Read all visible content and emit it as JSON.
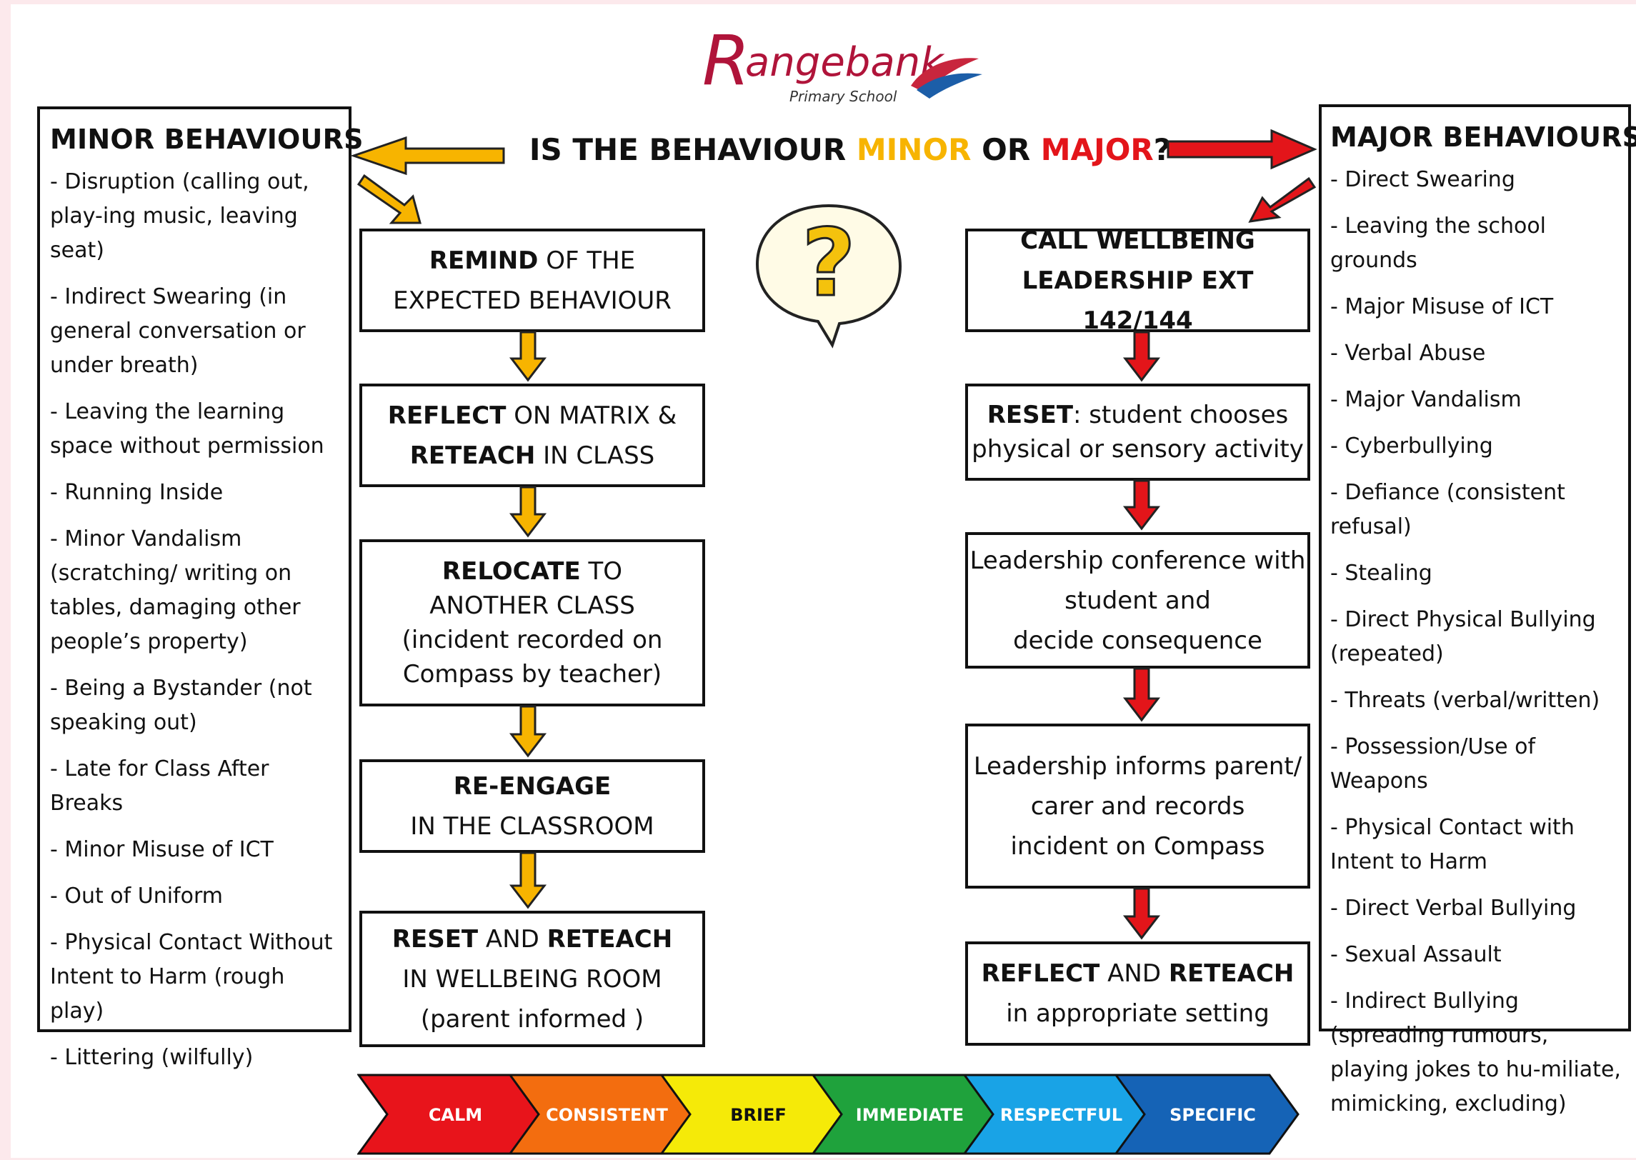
{
  "logo": {
    "name": "Rangebank",
    "subtitle": "Primary School"
  },
  "question": {
    "prefix": "IS THE BEHAVIOUR ",
    "minor": "MINOR",
    "middle": " OR ",
    "major": "MAJOR",
    "suffix": "?"
  },
  "minor": {
    "title": "MINOR BEHAVIOURS",
    "items": [
      "- Disruption (calling out, play-ing music, leaving seat)",
      "- Indirect Swearing  (in general conversation or under breath)",
      "- Leaving the learning space without permission",
      "- Running Inside",
      "- Minor Vandalism (scratching/ writing on tables, damaging other people’s property)",
      "- Being a Bystander (not speaking out)",
      "- Late for Class After Breaks",
      "- Minor Misuse of ICT",
      "- Out of Uniform",
      "- Physical Contact Without Intent to Harm (rough play)",
      "- Littering (wilfully)"
    ]
  },
  "major": {
    "title": "MAJOR BEHAVIOURS",
    "items": [
      "- Direct Swearing",
      "- Leaving the school grounds",
      "- Major Misuse of ICT",
      "- Verbal Abuse",
      "- Major Vandalism",
      "- Cyberbullying",
      "- Defiance (consistent refusal)",
      "- Stealing",
      "- Direct Physical Bullying (repeated)",
      "- Threats (verbal/written)",
      "- Possession/Use of Weapons",
      "- Physical Contact with Intent to Harm",
      "- Direct Verbal Bullying",
      "- Sexual Assault",
      "- Indirect Bullying (spreading rumours, playing jokes to hu-miliate, mimicking, excluding)"
    ]
  },
  "minor_steps": {
    "s1": {
      "b1": "REMIND",
      "t1": " OF THE",
      "t2": "EXPECTED BEHAVIOUR"
    },
    "s2": {
      "b1": "REFLECT",
      "t1": " ON MATRIX &",
      "b2": "RETEACH",
      "t2": " IN CLASS"
    },
    "s3": {
      "b1": "RELOCATE",
      "t1": " TO",
      "t2": "ANOTHER CLASS",
      "t3": "(incident recorded on",
      "t4": "Compass by teacher)"
    },
    "s4": {
      "b1": "RE-ENGAGE",
      "t2": "IN THE CLASSROOM"
    },
    "s5": {
      "b1": "RESET",
      "t1": " AND ",
      "b2": "RETEACH",
      "t2": "IN WELLBEING ROOM",
      "t3": "(parent informed )"
    }
  },
  "major_steps": {
    "s1": {
      "b1": "CALL WELLBEING",
      "b2": "LEADERSHIP EXT 142/144"
    },
    "s2": {
      "b1": "RESET",
      "t1": ": student chooses",
      "t2": "physical or sensory activity"
    },
    "s3": {
      "t1": "Leadership conference with",
      "t2": "student and",
      "t3": "decide consequence"
    },
    "s4": {
      "t1": "Leadership informs parent/",
      "t2": "carer and records",
      "t3": "incident on Compass"
    },
    "s5": {
      "b1": "REFLECT",
      "t1": " AND ",
      "b2": "RETEACH",
      "t2": "in appropriate setting"
    }
  },
  "principles": [
    {
      "label": "CALM",
      "color": "#e8141b"
    },
    {
      "label": "CONSISTENT",
      "color": "#f36d0f"
    },
    {
      "label": "BRIEF",
      "color": "#f5ea08"
    },
    {
      "label": "IMMEDIATE",
      "color": "#1fa23c"
    },
    {
      "label": "RESPECTFUL",
      "color": "#19a3e6"
    },
    {
      "label": "SPECIFIC",
      "color": "#1563b6"
    }
  ],
  "colors": {
    "minor_arrow": "#f7b400",
    "major_arrow": "#e3151a",
    "border": "#111111"
  }
}
